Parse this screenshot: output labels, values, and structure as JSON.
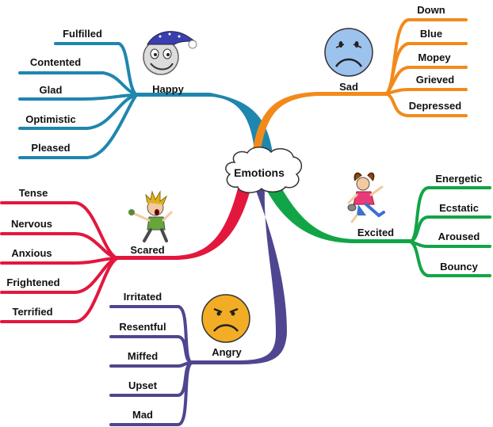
{
  "root": {
    "label": "Emotions"
  },
  "branches": [
    {
      "label": "Happy",
      "color": "#1f86ad",
      "icon": "moon-face-icon",
      "leaves": [
        "Fulfilled",
        "Contented",
        "Glad",
        "Optimistic",
        "Pleased"
      ]
    },
    {
      "label": "Sad",
      "color": "#f28a1b",
      "icon": "sad-face-icon",
      "leaves": [
        "Down",
        "Blue",
        "Mopey",
        "Grieved",
        "Depressed"
      ]
    },
    {
      "label": "Excited",
      "color": "#12a547",
      "icon": "jumping-girl-icon",
      "leaves": [
        "Energetic",
        "Ecstatic",
        "Aroused",
        "Bouncy"
      ]
    },
    {
      "label": "Scared",
      "color": "#e3173e",
      "icon": "scared-man-icon",
      "leaves": [
        "Tense",
        "Nervous",
        "Anxious",
        "Frightened",
        "Terrified"
      ]
    },
    {
      "label": "Angry",
      "color": "#4e4690",
      "icon": "angry-face-icon",
      "leaves": [
        "Irritated",
        "Resentful",
        "Miffed",
        "Upset",
        "Mad"
      ]
    }
  ]
}
